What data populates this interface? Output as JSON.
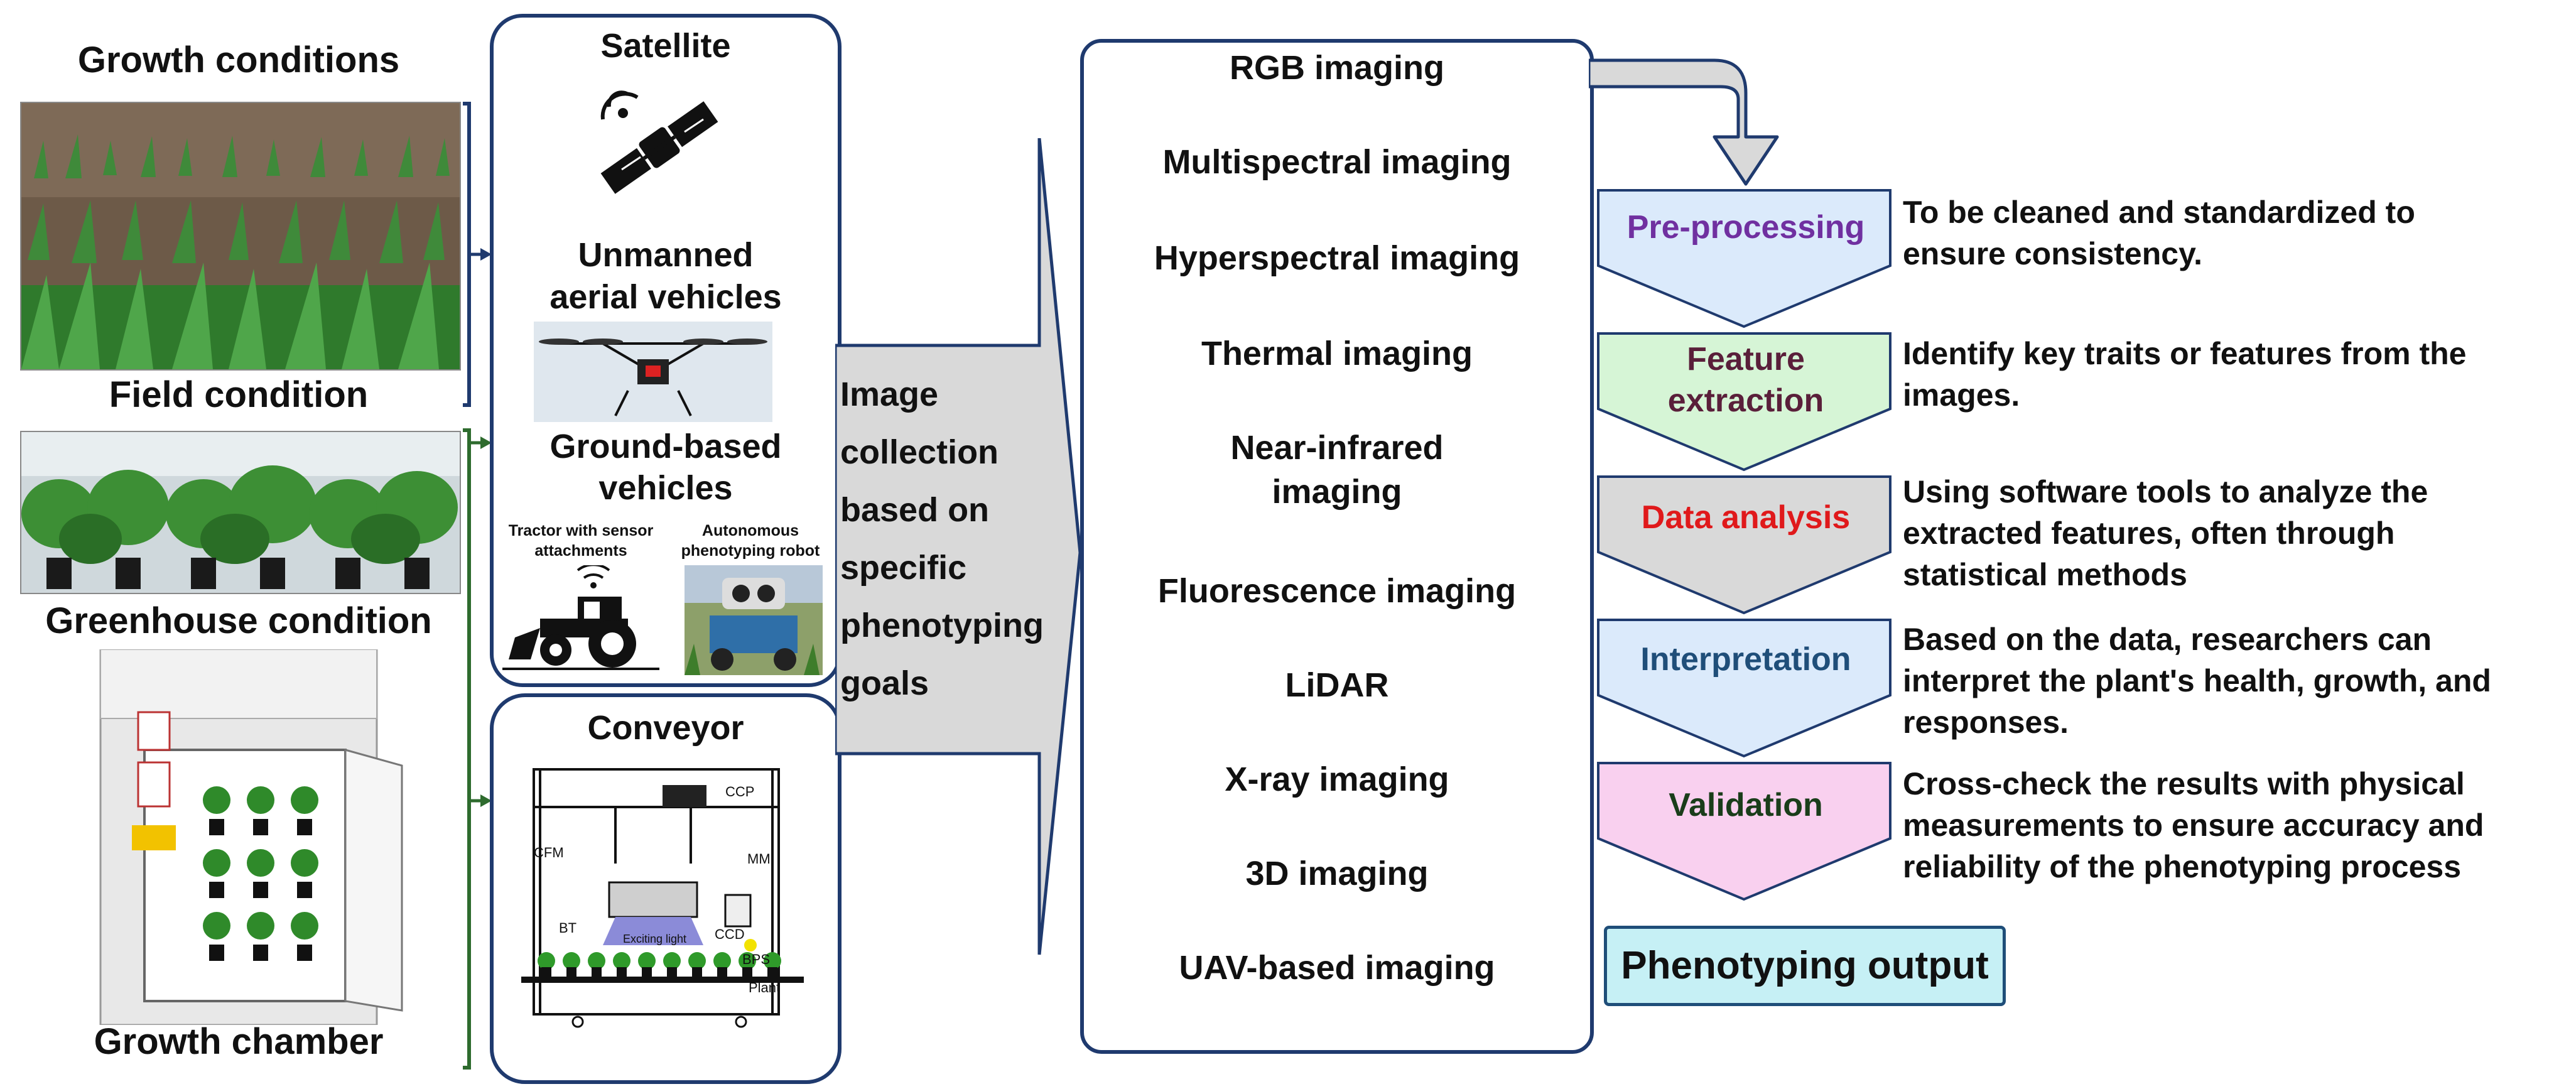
{
  "left": {
    "title": "Growth conditions",
    "field_label": "Field condition",
    "greenhouse_label": "Greenhouse condition",
    "chamber_label": "Growth chamber"
  },
  "platforms": {
    "satellite": "Satellite",
    "uav_line1": "Unmanned",
    "uav_line2": "aerial vehicles",
    "ground_line1": "Ground-based",
    "ground_line2": "vehicles",
    "tractor_line1": "Tractor with sensor",
    "tractor_line2": "attachments",
    "robot_line1": "Autonomous",
    "robot_line2": "phenotyping robot",
    "conveyor": "Conveyor",
    "conveyor_labels": {
      "ccp": "CCP",
      "cfm": "CFM",
      "mm": "MM",
      "bt": "BT",
      "ccd": "CCD",
      "exciting": "Exciting light",
      "bps": "BPS",
      "plant": "Plant"
    }
  },
  "funnel": {
    "lines": [
      "Image",
      "collection",
      "based on",
      "specific",
      "phenotyping",
      "goals"
    ]
  },
  "imaging": {
    "items": [
      "RGB imaging",
      "Multispectral imaging",
      "Hyperspectral imaging",
      "Thermal imaging",
      "Near-infrared",
      "imaging",
      "Fluorescence imaging",
      "LiDAR",
      "X-ray imaging",
      "3D imaging",
      "UAV-based imaging"
    ]
  },
  "pipeline": {
    "steps": [
      {
        "label": "Pre-processing",
        "color": "#7030a0",
        "fill": "#dbeafb",
        "desc": [
          "To be cleaned and standardized to",
          "ensure consistency."
        ]
      },
      {
        "label_lines": [
          "Feature",
          "extraction"
        ],
        "color": "#5a1f3a",
        "fill": "#d6f5d6",
        "desc": [
          "Identify key traits or features from the",
          "images."
        ]
      },
      {
        "label": "Data analysis",
        "color": "#e0191b",
        "fill": "#d9d9d9",
        "desc": [
          "Using software tools to analyze the",
          "extracted features, often through",
          "statistical methods"
        ]
      },
      {
        "label": "Interpretation",
        "color": "#1f4e79",
        "fill": "#dbeafb",
        "desc": [
          "Based on the data, researchers can",
          "interpret the plant's health, growth, and",
          "responses."
        ]
      },
      {
        "label": "Validation",
        "color": "#1a3d1a",
        "fill": "#f9d0ef",
        "desc": [
          "Cross-check the results with physical",
          "measurements to ensure accuracy and",
          "reliability of the phenotyping process"
        ]
      }
    ],
    "output": "Phenotyping output"
  },
  "colors": {
    "navy": "#1f3a6e",
    "green_bracket": "#2e6b2e",
    "funnel_fill": "#d9d9d9",
    "arrow_fill": "#d9d9d9"
  }
}
